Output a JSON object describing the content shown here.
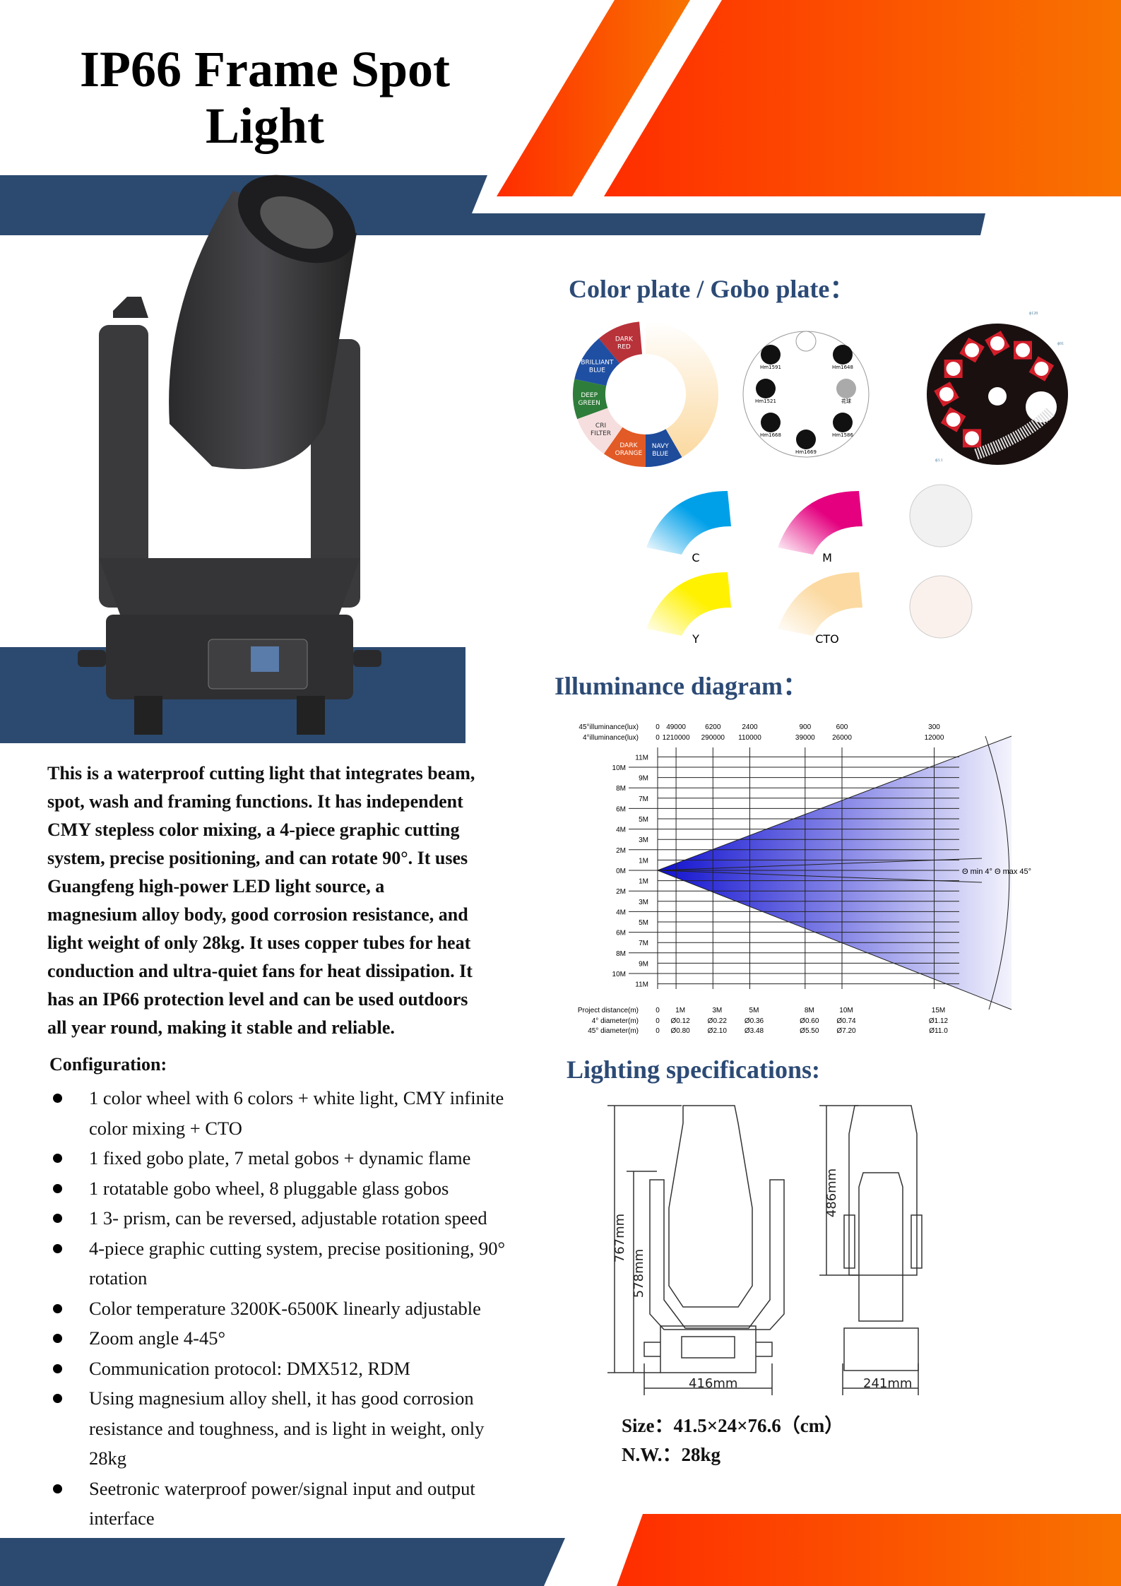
{
  "title": "IP66 Frame Spot Light",
  "colors": {
    "navy": "#2c4a6f",
    "orange_a": "#ff3300",
    "orange_b": "#f77a00",
    "heading": "#2c4a75"
  },
  "description": "This is a waterproof cutting light that integrates beam,\nspot, wash and framing functions. It has independent\nCMY stepless color mixing, a 4-piece graphic cutting\nsystem, precise positioning, and can rotate 90°. It uses\nGuangfeng high-power LED light source, a\nmagnesium alloy body, good corrosion resistance, and\nlight weight of only 28kg. It uses copper tubes for heat\nconduction and ultra-quiet fans for heat dissipation. It\nhas an IP66 protection level and can be used outdoors\nall year round, making it stable and reliable.",
  "configuration": {
    "title": "Configuration:",
    "items": [
      "1 color wheel with 6 colors + white light, CMY infinite\ncolor mixing + CTO",
      "1 fixed gobo plate, 7 metal gobos + dynamic flame",
      "1 rotatable gobo wheel, 8 pluggable glass gobos",
      "1 3- prism, can be reversed, adjustable rotation speed",
      "4-piece graphic cutting system, precise positioning, 90°\nrotation",
      "Color temperature 3200K-6500K linearly adjustable",
      "Zoom angle 4-45°",
      "Communication protocol: DMX512, RDM",
      "Using magnesium alloy shell, it has good corrosion\nresistance and toughness, and is light in weight, only\n28kg",
      "Seetronic waterproof power/signal input and output\ninterface"
    ]
  },
  "color_gobo": {
    "heading": "Color plate / Gobo plate：",
    "color_wheel": [
      {
        "label": "DARK RED",
        "color": "#b8323a"
      },
      {
        "label": "BRILLIANT BLUE",
        "color": "#1f4fa3"
      },
      {
        "label": "DEEP GREEN",
        "color": "#2f7d3a"
      },
      {
        "label": "CRI FILTER",
        "color": "#f6dede"
      },
      {
        "label": "DARK ORANGE",
        "color": "#e25a25"
      },
      {
        "label": "NAVY BLUE",
        "color": "#1e4b9a"
      }
    ],
    "gobos": [
      "Hm1591",
      "Hm1648",
      "Hm1521",
      "花球",
      "Hm1668",
      "Hm1586",
      "Hm1669"
    ],
    "rotating_marks": [
      "ϕ128",
      "ϕ91",
      "ϕ3.1"
    ],
    "cmy": [
      {
        "label": "C",
        "color": "#00a0e9"
      },
      {
        "label": "M",
        "color": "#e4007f"
      },
      {
        "label": "Y",
        "color": "#fff100"
      },
      {
        "label": "CTO",
        "color": "#fbd9a0"
      }
    ]
  },
  "illuminance": {
    "heading": "Illuminance diagram：",
    "row_45_label": "45°illuminance(lux)",
    "row_4_label": "4°illuminance(lux)",
    "distance_label": "Project distance(m)",
    "d4_label": "4° diameter(m)",
    "d45_label": "45° diameter(m)",
    "distances": [
      0,
      1,
      3,
      5,
      8,
      10,
      15
    ],
    "distance_text": [
      "0",
      "1M",
      "3M",
      "5M",
      "8M",
      "10M",
      "15M"
    ],
    "lux_45": [
      "0",
      "49000",
      "6200",
      "2400",
      "900",
      "600",
      "300"
    ],
    "lux_4": [
      "0",
      "1210000",
      "290000",
      "110000",
      "39000",
      "26000",
      "12000"
    ],
    "diam_4": [
      "0",
      "Ø0.12",
      "Ø0.22",
      "Ø0.36",
      "Ø0.60",
      "Ø0.74",
      "Ø1.12"
    ],
    "diam_45": [
      "0",
      "Ø0.80",
      "Ø2.10",
      "Ø3.48",
      "Ø5.50",
      "Ø7.20",
      "Ø11.0"
    ],
    "y_range_m": 11,
    "angle_label": "Θ min 4° Θ max 45°"
  },
  "specs": {
    "heading": "Lighting specifications:",
    "height_total": "767mm",
    "height_yoke": "578mm",
    "height_side": "486mm",
    "width_front": "416mm",
    "width_side": "241mm",
    "size": "Size：41.5×24×76.6（cm）",
    "weight": "N.W.：28kg"
  }
}
